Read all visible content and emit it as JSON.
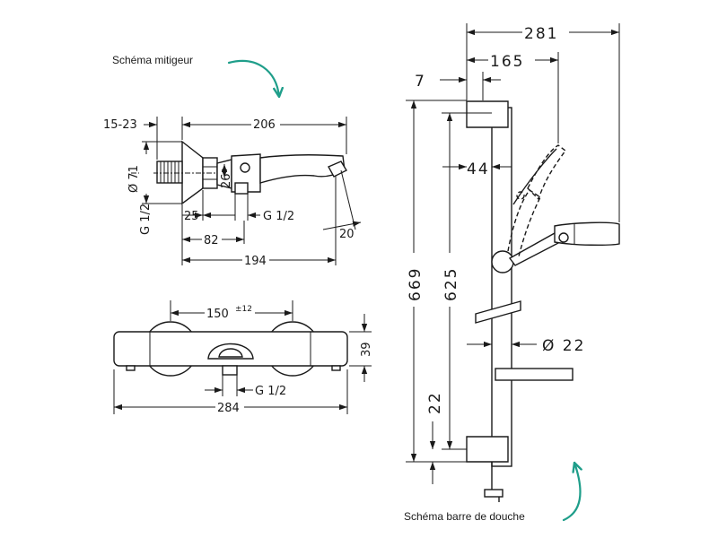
{
  "labels": {
    "mixer_caption": "Schéma mitigeur",
    "bar_caption": "Schéma barre de douche"
  },
  "mixer_side": {
    "d_15_23": "15-23",
    "d_206": "206",
    "d_71": "Ø 71",
    "d_g12_v": "G 1/2",
    "d_26": "26",
    "d_25": "25",
    "d_g12": "G 1/2",
    "d_82": "82",
    "d_194": "194",
    "d_20": "20"
  },
  "mixer_front": {
    "d_150": "150",
    "d_tol": "±12",
    "d_39": "39",
    "d_g12": "G 1/2",
    "d_284": "284"
  },
  "shower_bar": {
    "d_281": "281",
    "d_165": "165",
    "d_7": "7",
    "d_44": "44",
    "d_669": "669",
    "d_625": "625",
    "d_22_dia": "Ø 22",
    "d_22": "22"
  },
  "colors": {
    "accent_arrow": "#1f9e8a",
    "line": "#1a1a1a"
  }
}
